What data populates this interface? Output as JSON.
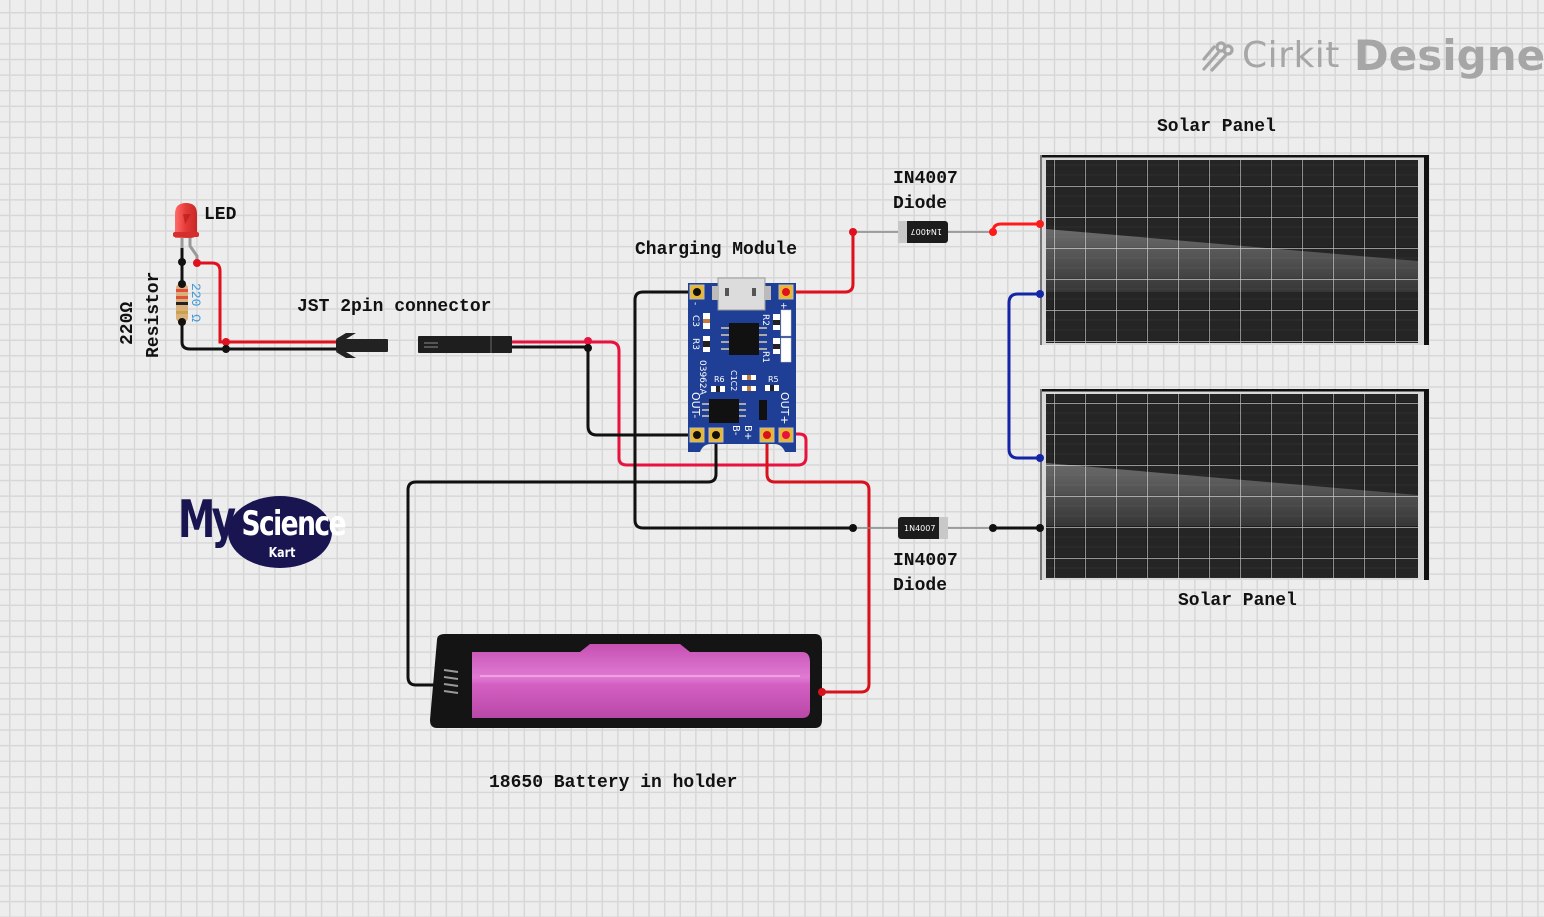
{
  "brand": {
    "icon": "cirkit-link-icon",
    "name_light": "Cirkit",
    "name_bold": "Designer"
  },
  "components": {
    "led": {
      "label": "LED",
      "color": "#e53935"
    },
    "resistor": {
      "label_line1": "220Ω",
      "label_line2": "Resistor",
      "value_text": "220 Ω"
    },
    "jst": {
      "label": "JST 2pin connector"
    },
    "charging_module": {
      "label": "Charging Module",
      "pcb_color": "#1f3f96",
      "silk": {
        "minus": "-",
        "plus": "+",
        "c3": "C3",
        "r3": "R3",
        "r2": "R2",
        "r1": "R1",
        "r6": "R6",
        "c1c2": "C1C2",
        "r5": "R5",
        "code": "03962A",
        "out_minus": "OUT-",
        "out_plus": "OUT+",
        "b_minus": "B-",
        "b_plus": "B+"
      }
    },
    "diode_top": {
      "label_line1": "IN4007",
      "label_line2": "Diode",
      "body_text": "1N4007"
    },
    "diode_bottom": {
      "label_line1": "IN4007",
      "label_line2": "Diode",
      "body_text": "1N4007"
    },
    "solar_top": {
      "label": "Solar Panel"
    },
    "solar_bottom": {
      "label": "Solar Panel"
    },
    "battery": {
      "label": "18650 Battery in holder",
      "cell_color": "#d35ec0"
    }
  },
  "logo": {
    "word1": "My",
    "word2": "Science",
    "word3": "Kart"
  },
  "wire_colors": {
    "red": "#e0101e",
    "pink_red": "#e8123f",
    "black": "#111111",
    "blue": "#1426a6",
    "grey_lead": "#888888"
  }
}
